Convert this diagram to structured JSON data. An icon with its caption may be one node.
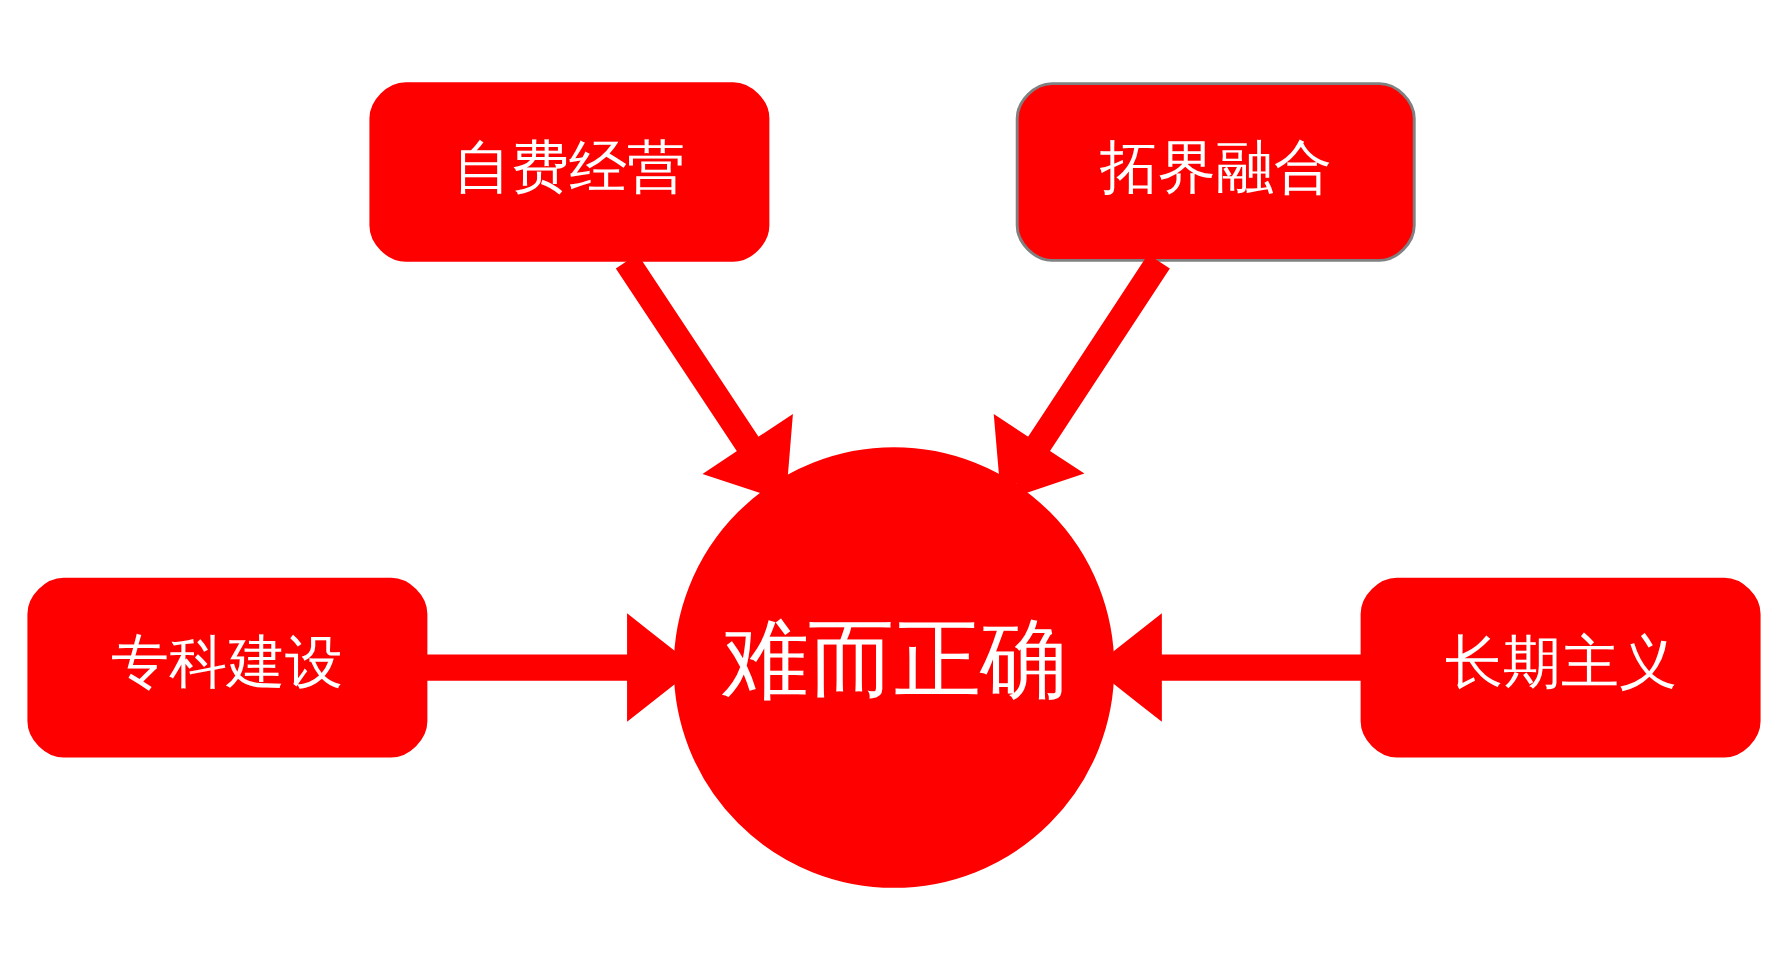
{
  "diagram": {
    "nodes": [
      {
        "text": [
          "自费经营"
        ]
      },
      {
        "text": [
          "拓界融合"
        ]
      },
      {
        "text": [
          "专科建设"
        ]
      },
      {
        "text": [
          "长期主义"
        ]
      },
      {
        "text": [
          "难而正确"
        ]
      }
    ],
    "edges": [
      {
        "from": 0,
        "to": 4,
        "arrow": "to"
      },
      {
        "from": 1,
        "to": 4,
        "arrow": "to"
      },
      {
        "from": 2,
        "to": 4,
        "arrow": "to"
      },
      {
        "from": 3,
        "to": 4,
        "arrow": "to"
      }
    ]
  }
}
